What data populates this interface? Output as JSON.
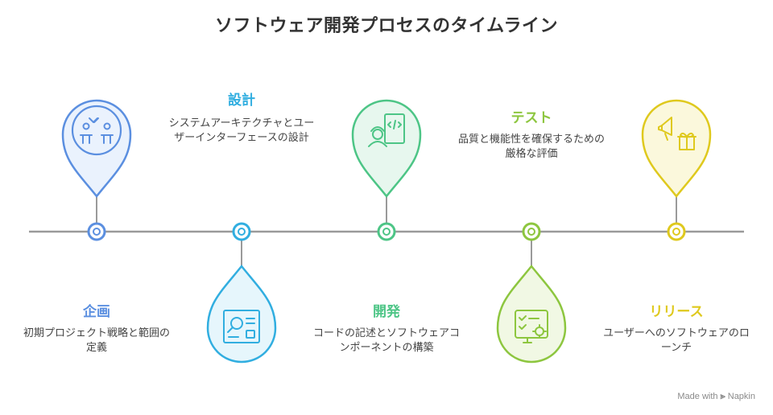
{
  "title": "ソフトウェア開発プロセスのタイムライン",
  "stages": [
    {
      "title": "企画",
      "description": "初期プロジェクト戦略と範囲の定義",
      "color": "#5b8fe0",
      "fill": "#eaf2fd",
      "icon": "team-planning-icon"
    },
    {
      "title": "設計",
      "description": "システムアーキテクチャとユーザーインターフェースの設計",
      "color": "#31aee0",
      "fill": "#e6f6fc",
      "icon": "blueprint-search-icon"
    },
    {
      "title": "開発",
      "description": "コードの記述とソフトウェアコンポーネントの構築",
      "color": "#4dc586",
      "fill": "#e7f7ee",
      "icon": "developer-code-icon"
    },
    {
      "title": "テスト",
      "description": "品質と機能性を確保するための厳格な評価",
      "color": "#8dc63f",
      "fill": "#f1f8e4",
      "icon": "checklist-settings-icon"
    },
    {
      "title": "リリース",
      "description": "ユーザーへのソフトウェアのローンチ",
      "color": "#dfc91e",
      "fill": "#fbf8dc",
      "icon": "megaphone-gift-icon"
    }
  ],
  "footer": {
    "made_with": "Made with",
    "brand": "Napkin"
  }
}
